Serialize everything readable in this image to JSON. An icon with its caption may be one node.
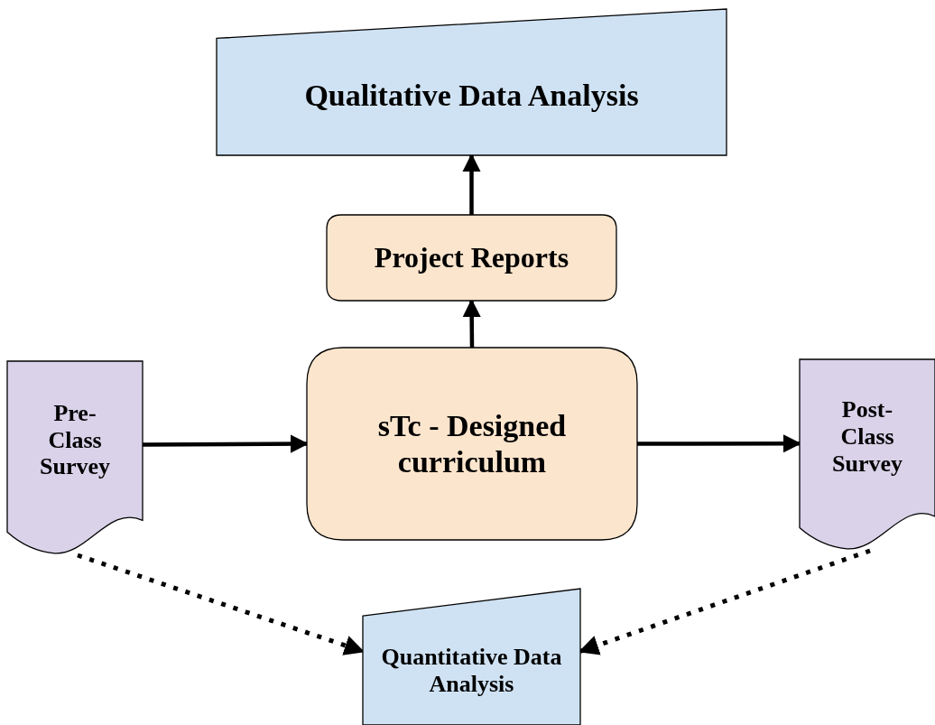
{
  "diagram": {
    "nodes": [
      {
        "text": [
          "Qualitative Data Analysis"
        ]
      },
      {
        "text": [
          "Project Reports"
        ]
      },
      {
        "text": [
          "sTc - Designed curriculum"
        ]
      },
      {
        "text": [
          "Pre- Class Survey"
        ]
      },
      {
        "text": [
          "Post- Class Survey"
        ]
      },
      {
        "text": [
          "Quantitative Data Analysis"
        ]
      }
    ],
    "edges": [
      {
        "from": 2,
        "to": 1,
        "arrow": "to"
      },
      {
        "from": 1,
        "to": 0,
        "arrow": "to"
      },
      {
        "from": 3,
        "to": 2,
        "arrow": "to"
      },
      {
        "from": 2,
        "to": 4,
        "arrow": "to"
      },
      {
        "from": 3,
        "to": 5,
        "arrow": "to",
        "style": "dashed"
      },
      {
        "from": 4,
        "to": 5,
        "arrow": "to",
        "style": "dashed"
      }
    ]
  }
}
